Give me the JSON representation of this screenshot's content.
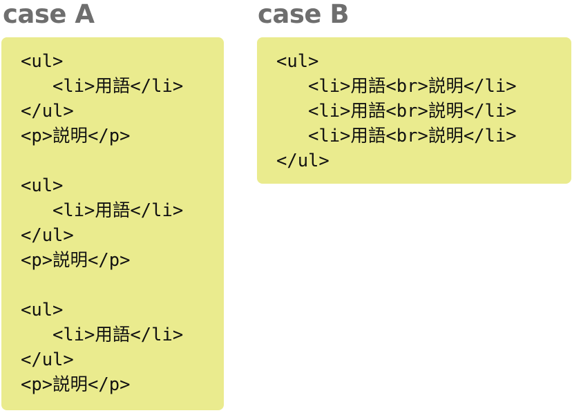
{
  "case_a": {
    "title": "case A",
    "blocks": [
      {
        "open": "<ul>",
        "item": "<li>用語</li>",
        "close": "</ul>",
        "desc": "<p>説明</p>"
      },
      {
        "open": "<ul>",
        "item": "<li>用語</li>",
        "close": "</ul>",
        "desc": "<p>説明</p>"
      },
      {
        "open": "<ul>",
        "item": "<li>用語</li>",
        "close": "</ul>",
        "desc": "<p>説明</p>"
      }
    ]
  },
  "case_b": {
    "title": "case B",
    "open": "<ul>",
    "items": [
      "<li>用語<br>説明</li>",
      "<li>用語<br>説明</li>",
      "<li>用語<br>説明</li>"
    ],
    "close": "</ul>"
  },
  "colors": {
    "panel_background": "#eaeb8e",
    "heading_text": "#6e6e6e",
    "code_text": "#111111"
  }
}
